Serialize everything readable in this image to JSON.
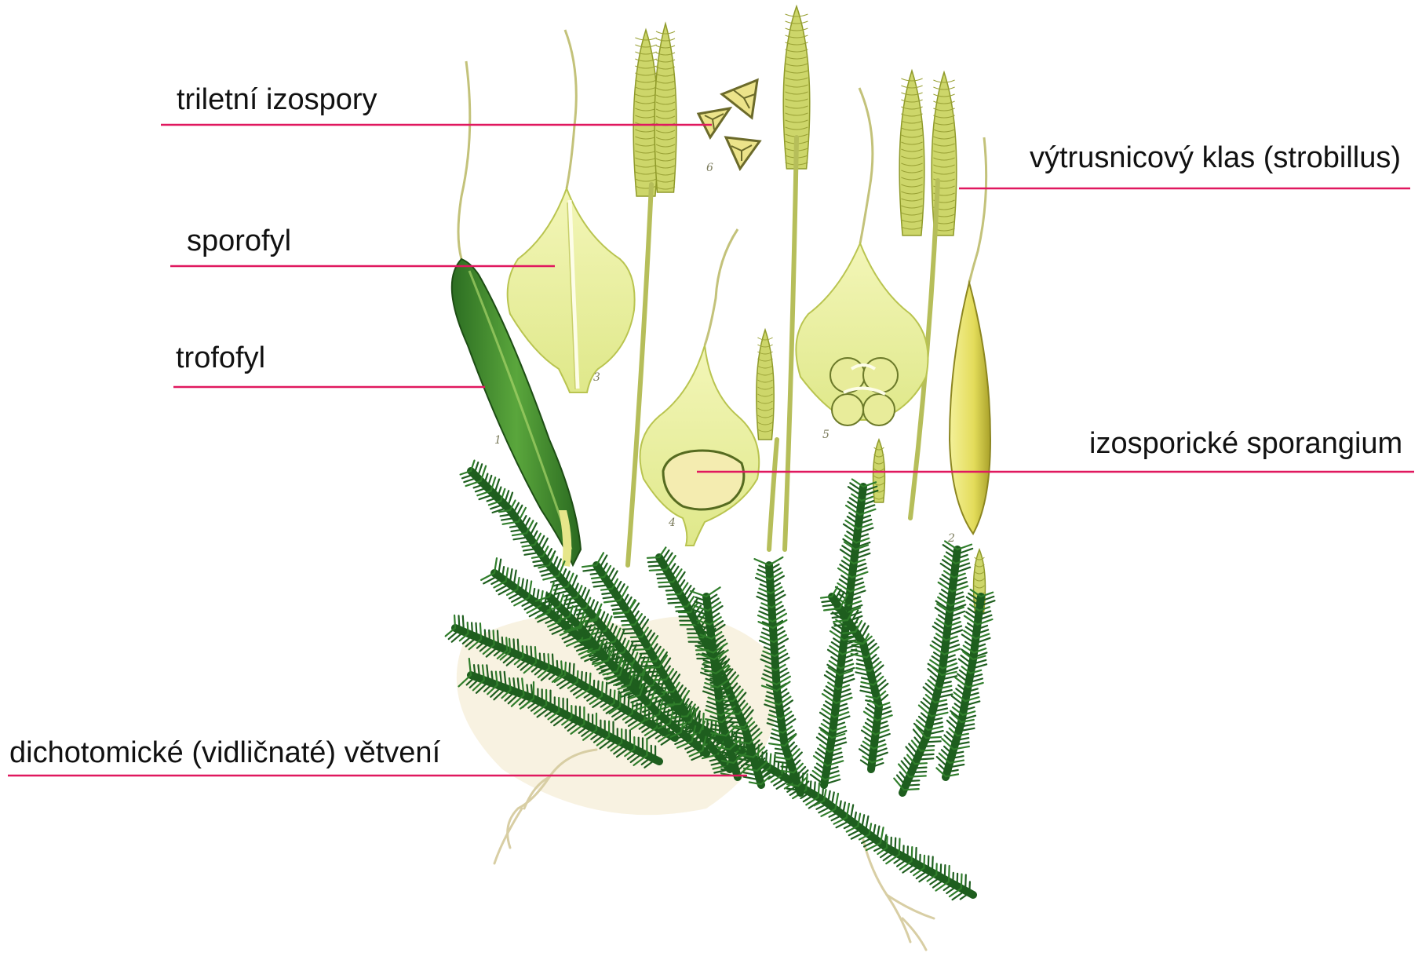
{
  "colors": {
    "leader_line": "#e0185f",
    "foliage_dark": "#1e5e1e",
    "foliage_mid": "#2f7d2a",
    "sporophyll_yellow": "#e8ef9a",
    "sporophyll_edge": "#b9c450",
    "trophophyll_green": "#3a8a2c",
    "strobilus": "#cdd66a",
    "root": "#d9cfa8",
    "background_tint": "#f6efd9"
  },
  "labels": {
    "izospory": "triletní izospory",
    "sporofyl": "sporofyl",
    "trofofyl": "trofofyl",
    "strobilus": "výtrusnicový klas (strobillus)",
    "sporangium": "izosporické sporangium",
    "vetveni": "dichotomické (vidličnaté) větvení"
  },
  "figure_numbers": [
    "1",
    "2",
    "3",
    "4",
    "5",
    "6"
  ],
  "icons": [
    "lycopodium-illustration"
  ]
}
